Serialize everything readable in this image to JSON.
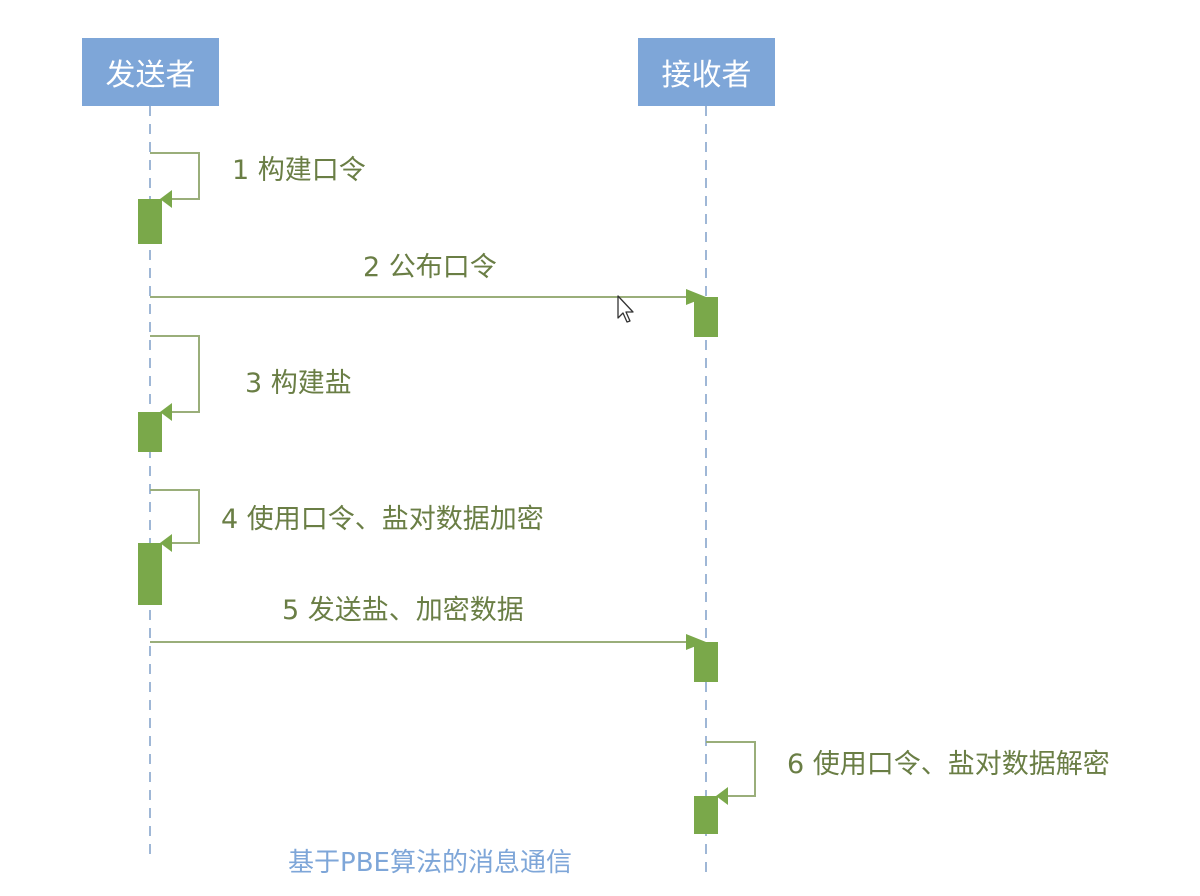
{
  "actors": {
    "sender": "发送者",
    "receiver": "接收者"
  },
  "messages": [
    {
      "label": "1 构建口令"
    },
    {
      "label": "2 公布口令"
    },
    {
      "label": "3 构建盐"
    },
    {
      "label": "4 使用口令、盐对数据加密"
    },
    {
      "label": "5 发送盐、加密数据"
    },
    {
      "label": "6 使用口令、盐对数据解密"
    }
  ],
  "caption": "基于PBE算法的消息通信",
  "colors": {
    "actor_fill": "#7ea6d8",
    "lifeline": "#9fb7d6",
    "message_line": "#9aae7a",
    "activation": "#7aa84a",
    "label_text": "#6a7e45",
    "caption_text": "#7ea6d8"
  }
}
